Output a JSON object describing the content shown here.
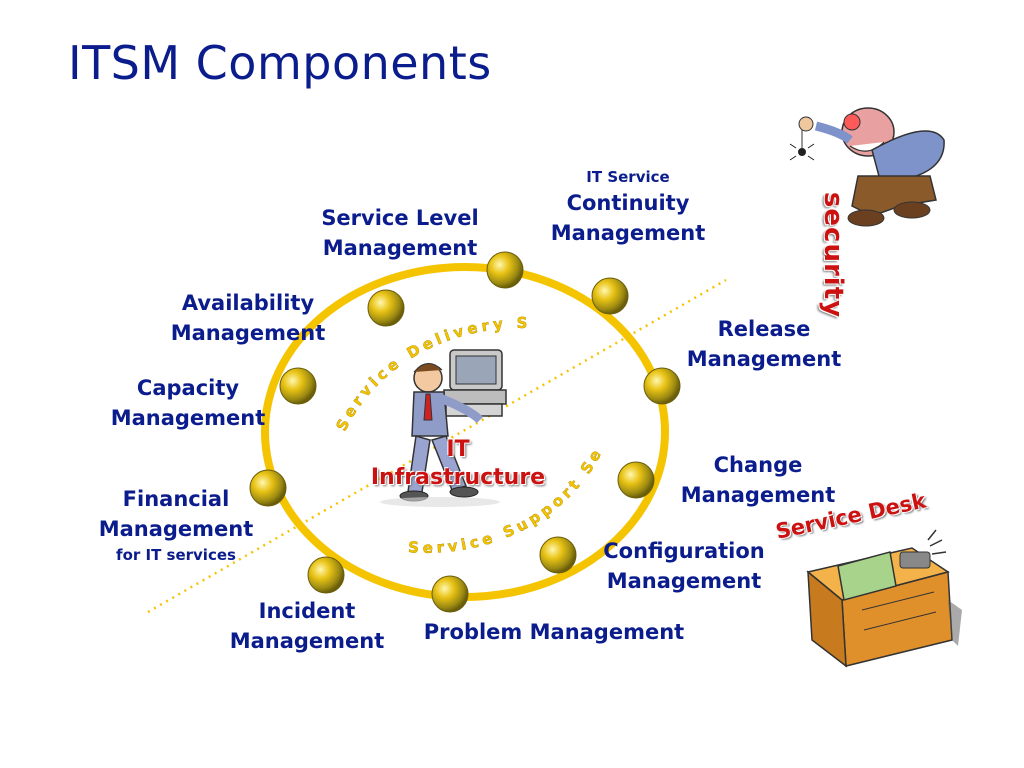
{
  "title": "ITSM Components",
  "ring_labels": {
    "delivery": "Service Delivery Set",
    "support": "Service Support Set"
  },
  "center": {
    "line1": "IT",
    "line2": "Infrastructure"
  },
  "security": "security",
  "service_desk": "Service Desk",
  "components": {
    "service_level": [
      "Service Level",
      "Management"
    ],
    "continuity": {
      "small": "IT Service",
      "lines": [
        "Continuity",
        "Management"
      ]
    },
    "availability": [
      "Availability",
      "Management"
    ],
    "release": [
      "Release",
      "Management"
    ],
    "capacity": [
      "Capacity",
      "Management"
    ],
    "change": [
      "Change",
      "Management"
    ],
    "financial": {
      "lines": [
        "Financial",
        "Management"
      ],
      "small": "for IT services"
    },
    "configuration": [
      "Configuration",
      "Management"
    ],
    "incident": [
      "Incident",
      "Management"
    ],
    "problem": "Problem Management"
  },
  "colors": {
    "title": "#0b1c8c",
    "label": "#0b1c8c",
    "ring": "#f5c400",
    "node": "#e8c214",
    "node_shade": "#8a7a10",
    "accent_red": "#cc1111"
  },
  "icons": {
    "node": "gold-ball-icon",
    "worker": "worker-carrying-computer-icon",
    "spy": "spy-with-spider-icon",
    "desk": "help-desk-icon"
  }
}
